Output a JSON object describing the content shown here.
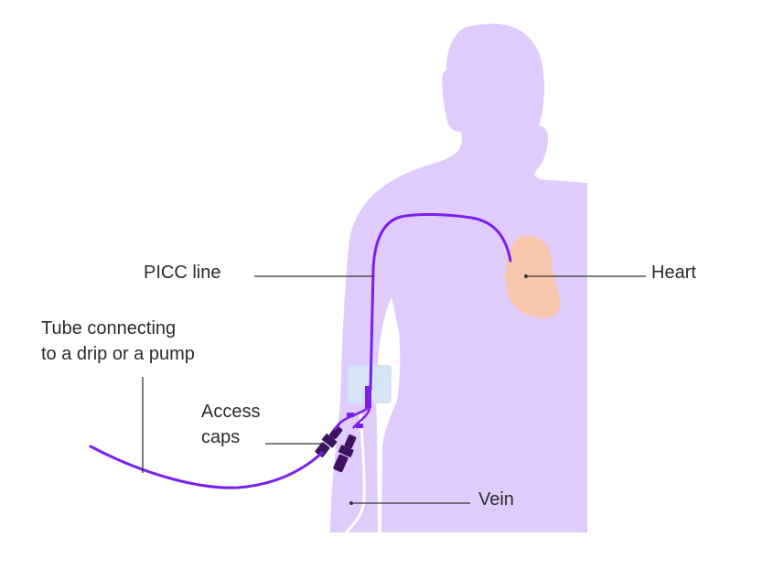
{
  "labels": {
    "picc_line": "PICC line",
    "heart": "Heart",
    "tube_line1": "Tube connecting",
    "tube_line2": "to a drip or a pump",
    "access_line1": "Access",
    "access_line2": "caps",
    "vein": "Vein"
  },
  "colors": {
    "body": "#e0ccfc",
    "heart": "#f8c6ad",
    "catheter": "#7b1ff0",
    "caps": "#3d1360",
    "dressing": "#d5e4f4",
    "vein": "#ffffff",
    "leader": "#333333"
  }
}
